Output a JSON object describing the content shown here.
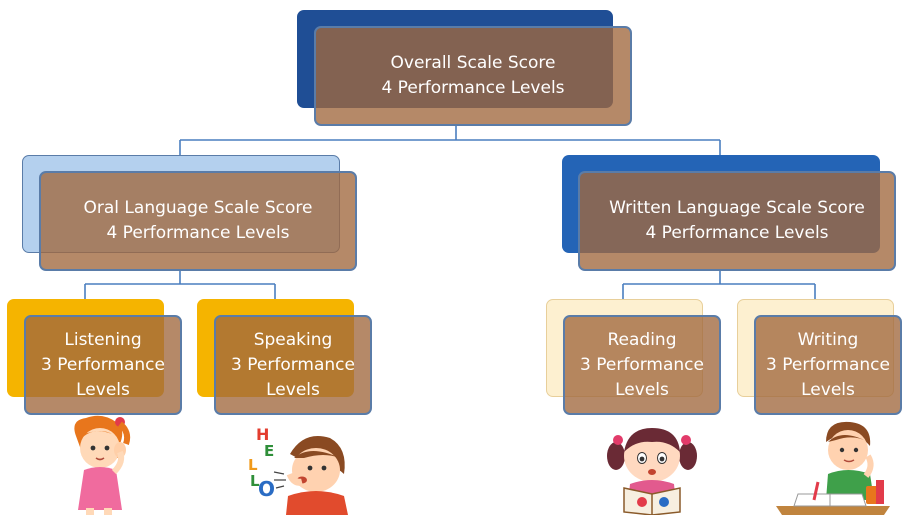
{
  "overall": {
    "line1": "Overall Scale Score",
    "line2": "4 Performance Levels"
  },
  "oral": {
    "line1": "Oral Language Scale Score",
    "line2": "4 Performance Levels"
  },
  "written": {
    "line1": "Written Language Scale Score",
    "line2": "4 Performance Levels"
  },
  "listening": {
    "line1": "Listening",
    "line2": "3 Performance",
    "line3": "Levels"
  },
  "speaking": {
    "line1": "Speaking",
    "line2": "3 Performance",
    "line3": "Levels"
  },
  "reading": {
    "line1": "Reading",
    "line2": "3 Performance",
    "line3": "Levels"
  },
  "writing": {
    "line1": "Writing",
    "line2": "3 Performance",
    "line3": "Levels"
  },
  "colors": {
    "overall_back": "#1f4e95",
    "oral_back": "#b4d0ee",
    "written_back": "#2464b6",
    "listening_back": "#f5b400",
    "speaking_back": "#f5b400",
    "reading_back": "#fdf0d0",
    "writing_back": "#fdf0d0",
    "front_fill": "#a0683e",
    "connector": "#4a7ebf"
  },
  "hello_letters": [
    "H",
    "E",
    "L",
    "L",
    "O"
  ]
}
